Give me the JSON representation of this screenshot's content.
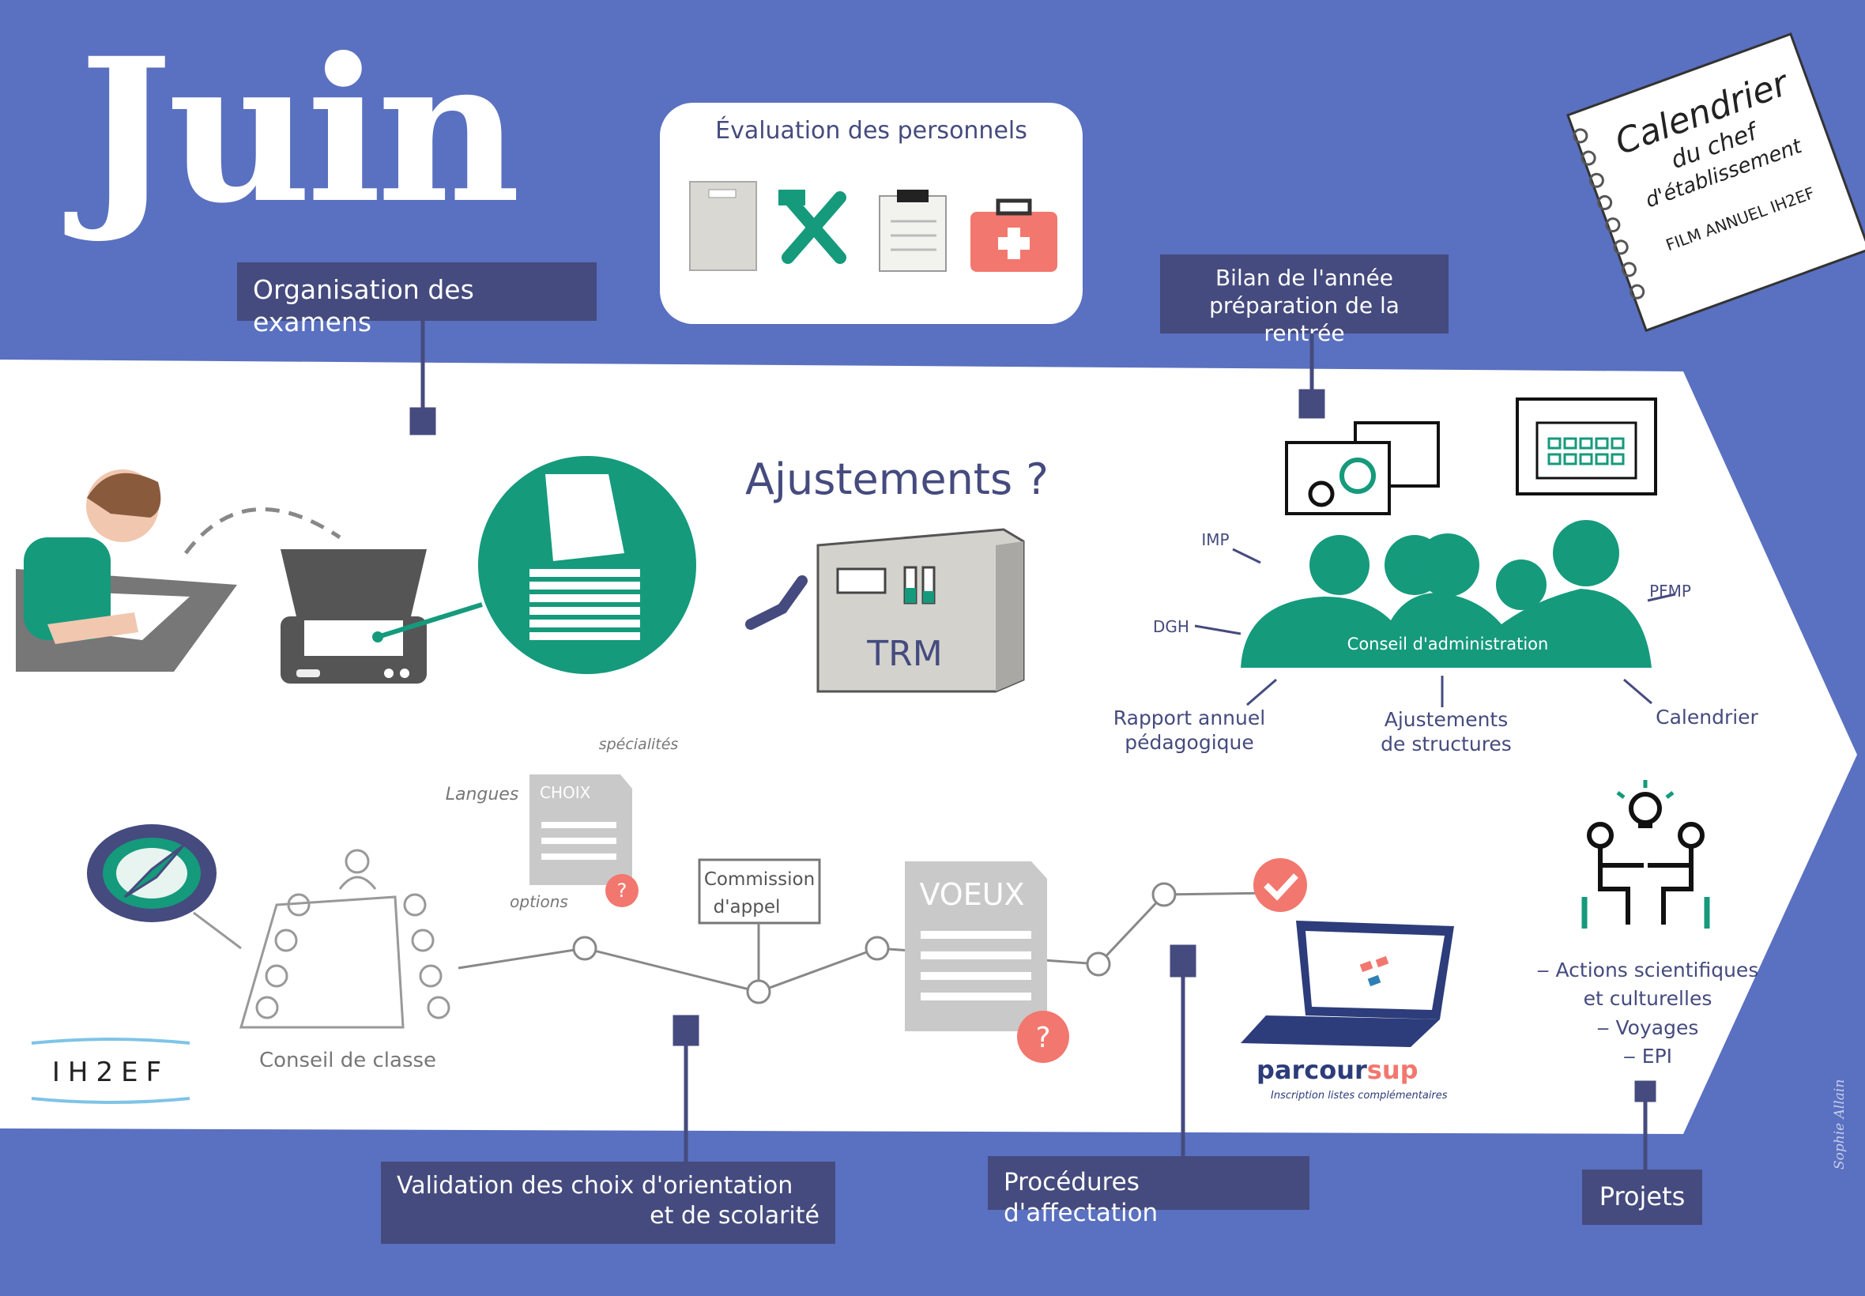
{
  "page": {
    "month": "Juin"
  },
  "evaluation": {
    "title": "Évaluation des personnels",
    "icons": [
      "folder-icon",
      "tools-icon",
      "clipboard-icon",
      "first-aid-kit-icon"
    ]
  },
  "labels": {
    "examens": "Organisation des examens",
    "bilan_line1": "Bilan de l'année",
    "bilan_line2": "préparation de la rentrée",
    "validation_line1": "Validation des choix d'orientation",
    "validation_line2": "et de scolarité",
    "affectation": "Procédures d'affectation",
    "projets": "Projets"
  },
  "notebook": {
    "line1": "Calendrier",
    "line2": "du chef",
    "line3": "d'établissement",
    "line4": "FILM ANNUEL IH2EF"
  },
  "ajustements": {
    "title": "Ajustements ?",
    "machine": "TRM"
  },
  "conseil_admin": {
    "label": "Conseil d'administration",
    "imp": "IMP",
    "dgh": "DGH",
    "pfmp": "PFMP",
    "rapport_line1": "Rapport annuel",
    "rapport_line2": "pédagogique",
    "ajust_line1": "Ajustements",
    "ajust_line2": "de structures",
    "calendrier": "Calendrier"
  },
  "orientation": {
    "conseil_classe": "Conseil de classe",
    "specialites": "spécialités",
    "langues": "Langues",
    "options": "options",
    "choix": "CHOIX",
    "commission_line1": "Commission",
    "commission_line2": "d'appel",
    "voeux": "VOEUX",
    "question": "?"
  },
  "parcoursup": {
    "brand_part1": "parcour",
    "brand_part2": "sup",
    "subtitle": "Inscription listes complémentaires"
  },
  "projets": {
    "items": [
      "Actions scientifiques",
      "et culturelles",
      "Voyages",
      "EPI"
    ]
  },
  "logo": {
    "text": "IH2EF"
  },
  "author": "Sophie Allain",
  "colors": {
    "background": "#5a70c0",
    "label_bg": "#454b7e",
    "green": "#159a7c",
    "coral": "#f2776e",
    "gray": "#c9c9c9"
  }
}
